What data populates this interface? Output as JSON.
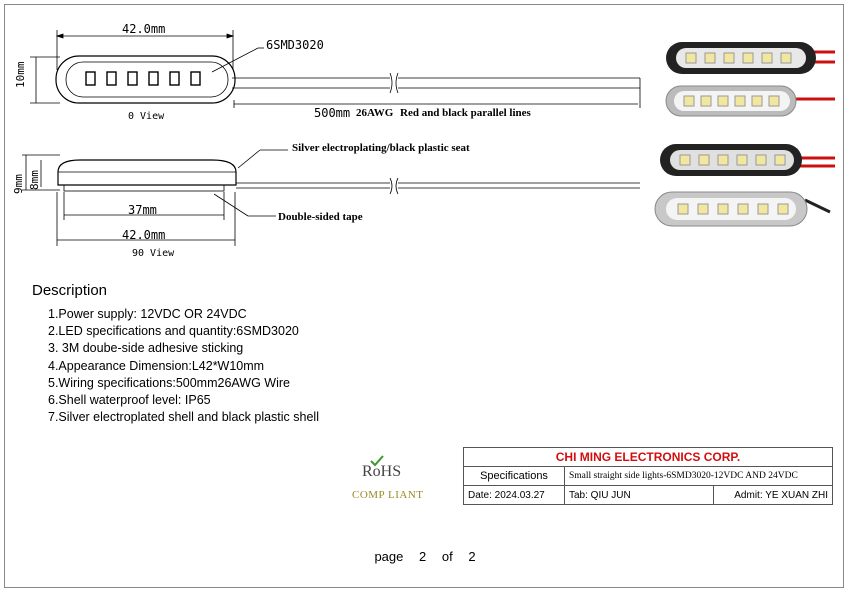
{
  "drawing": {
    "top_width_dim": "42.0mm",
    "led_label": "6SMD3020",
    "height_dim": "10mm",
    "view_top": "0 View",
    "wire_length": "500mm",
    "wire_gauge": "26AWG",
    "wire_desc": "Red and black parallel lines",
    "plating_note": "Silver electroplating/black plastic seat",
    "height_outer": "9mm",
    "height_inner": "8mm",
    "tape_width": "37mm",
    "tape_note": "Double-sided tape",
    "bottom_width_dim": "42.0mm",
    "view_side": "90 View"
  },
  "description": {
    "title": "Description",
    "items": [
      "1.Power supply: 12VDC OR 24VDC",
      "2.LED specifications and quantity:6SMD3020",
      "3. 3M doube-side adhesive sticking",
      "4.Appearance Dimension:L42*W10mm",
      "5.Wiring specifications:500mm26AWG Wire",
      "6.Shell waterproof level: IP65",
      "7.Silver electroplated shell and black plastic shell"
    ]
  },
  "logo": {
    "rohs": "RoHS",
    "compliant": "COMP LIANT"
  },
  "titleblock": {
    "company": "CHI MING ELECTRONICS CORP.",
    "spec_label": "Specifications",
    "spec_value": "Small straight side lights-6SMD3020-12VDC AND 24VDC",
    "date": "Date: 2024.03.27",
    "tab": "Tab: QIU JUN",
    "admit": "Admit: YE XUAN ZHI"
  },
  "footer": {
    "page_word": "page",
    "page_num": "2",
    "of_word": "of",
    "page_total": "2"
  },
  "colors": {
    "company": "#d01010",
    "wire_red": "#cc1010",
    "shell_black": "#222222",
    "shell_silver": "#d8d8d8"
  }
}
